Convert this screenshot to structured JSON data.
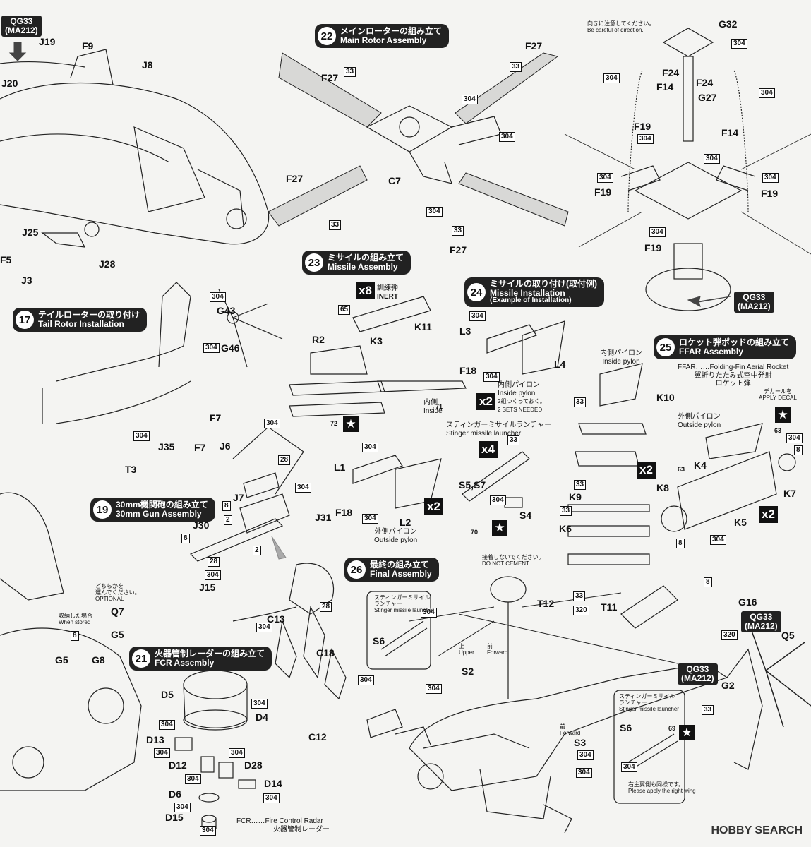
{
  "steps": {
    "s17": {
      "num": "17",
      "jp": "テイルローターの取り付け",
      "en": "Tail Rotor Installation"
    },
    "s19": {
      "num": "19",
      "jp": "30mm機関砲の組み立て",
      "en": "30mm Gun Assembly"
    },
    "s21": {
      "num": "21",
      "jp": "火器管制レーダーの組み立て",
      "en": "FCR Assembly"
    },
    "s22": {
      "num": "22",
      "jp": "メインローターの組み立て",
      "en": "Main Rotor Assembly"
    },
    "s23": {
      "num": "23",
      "jp": "ミサイルの組み立て",
      "en": "Missile Assembly"
    },
    "s24": {
      "num": "24",
      "jp": "ミサイルの取り付け(取付例)",
      "en": "Missile Installation",
      "sub": "(Example of Installation)"
    },
    "s25": {
      "num": "25",
      "jp": "ロケット弾ポッドの組み立て",
      "en": "FFAR Assembly"
    },
    "s26": {
      "num": "26",
      "jp": "最終の組み立て",
      "en": "Final Assembly"
    }
  },
  "qg33": {
    "code": "QG33",
    "sub": "(MA212)"
  },
  "parts": [
    "J19",
    "F9",
    "J20",
    "J8",
    "J25",
    "J28",
    "F5",
    "J3",
    "G43",
    "G46",
    "F7",
    "J35",
    "T3",
    "J6",
    "J7",
    "J30",
    "J31",
    "J15",
    "Q7",
    "G5",
    "G8",
    "F27",
    "C7",
    "G32",
    "F24",
    "F14",
    "G27",
    "F19",
    "R2",
    "K3",
    "K11",
    "L3",
    "L4",
    "F18",
    "L1",
    "L2",
    "K10",
    "K4",
    "K7",
    "K8",
    "K5",
    "K9",
    "K6",
    "S5,S7",
    "S4",
    "C13",
    "C18",
    "C12",
    "D5",
    "D4",
    "D13",
    "D12",
    "D28",
    "D14",
    "D6",
    "D15",
    "T12",
    "T11",
    "G16",
    "Q5",
    "S6",
    "S2",
    "S3",
    "G2"
  ],
  "codes": [
    "304",
    "33",
    "65",
    "8",
    "2",
    "28",
    "63",
    "320",
    "71",
    "72",
    "70",
    "69"
  ],
  "mult": {
    "x8": "x8",
    "x4": "x4",
    "x2": "x2"
  },
  "notes": {
    "direction_jp": "向きに注意してください。",
    "direction_en": "Be careful of direction.",
    "inert_jp": "訓練弾",
    "inert_en": "INERT",
    "inside_pylon_jp": "内側パイロン",
    "inside_pylon_en": "Inside pylon",
    "outside_pylon_jp": "外側パイロン",
    "outside_pylon_en": "Outside pylon",
    "two_sets_jp": "2組つくっておく。",
    "two_sets_en": "2 SETS NEEDED",
    "inside_jp": "内側",
    "inside_en": "Inside",
    "stinger_jp": "スティンガーミサイルランチャー",
    "stinger_en": "Stinger missile launcher",
    "ffar_def": "FFAR……Folding-Fin Aerial Rocket",
    "ffar_jp1": "翼折りたたみ式空中発射",
    "ffar_jp2": "ロケット弾",
    "decal_jp": "デカールを",
    "decal_en": "APPLY DECAL",
    "optional_jp": "どちらかを",
    "optional_jp2": "選んでください。",
    "optional_en": "OPTIONAL",
    "stored_jp": "収納した場合",
    "stored_en": "When stored",
    "no_cement_jp": "接着しないでください。",
    "no_cement_en": "DO NOT CEMENT",
    "fcr_def": "FCR……Fire Control Radar",
    "fcr_jp": "火器管制レーダー",
    "upper_jp": "上",
    "upper_en": "Upper",
    "forward_jp": "前",
    "forward_en": "Forward",
    "right_wing_jp": "右主翼側も同様です。",
    "right_wing_en": "Please apply the right wing",
    "stinger_short_jp": "スティンガーミサイル",
    "stinger_short_jp2": "ランチャー"
  },
  "watermark": "HOBBY SEARCH"
}
